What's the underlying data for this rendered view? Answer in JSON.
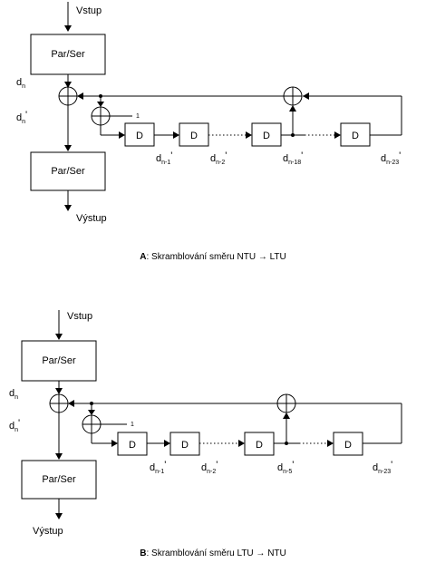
{
  "diagram_a": {
    "input_label": "Vstup",
    "output_label": "Výstup",
    "top_block": "Par/Ser",
    "bottom_block": "Par/Ser",
    "d_n": "d",
    "d_n_sub": "n",
    "d_n_prime": "d",
    "d_n_prime_sub": "n",
    "prime": "'",
    "feedback_one": "1",
    "delay_label": "D",
    "tap_labels": [
      {
        "base": "d",
        "sub": "n-1",
        "prime": "'"
      },
      {
        "base": "d",
        "sub": "n-2",
        "prime": "'"
      },
      {
        "base": "d",
        "sub": "n-18",
        "prime": "'"
      },
      {
        "base": "d",
        "sub": "n-23",
        "prime": "'"
      }
    ],
    "caption_letter": "A",
    "caption_text": ": Skramblování směru NTU → LTU"
  },
  "diagram_b": {
    "input_label": "Vstup",
    "output_label": "Výstup",
    "top_block": "Par/Ser",
    "bottom_block": "Par/Ser",
    "d_n": "d",
    "d_n_sub": "n",
    "d_n_prime": "d",
    "d_n_prime_sub": "n",
    "prime": "'",
    "feedback_one": "1",
    "delay_label": "D",
    "tap_labels": [
      {
        "base": "d",
        "sub": "n-1",
        "prime": "'"
      },
      {
        "base": "d",
        "sub": "n-2",
        "prime": "'"
      },
      {
        "base": "d",
        "sub": "n-5",
        "prime": "'"
      },
      {
        "base": "d",
        "sub": "n-23",
        "prime": "'"
      }
    ],
    "caption_letter": "B",
    "caption_text": ": Skramblování směru LTU → NTU"
  }
}
